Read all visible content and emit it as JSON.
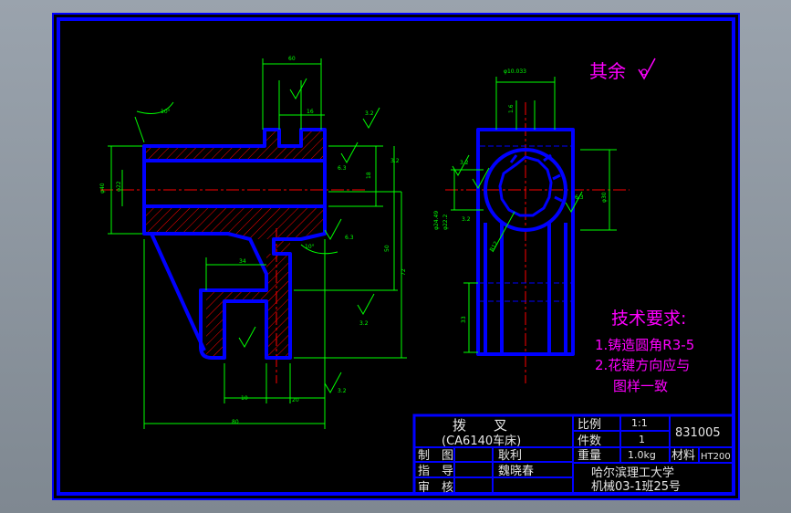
{
  "surplus_note": "其余",
  "tech_requirements": {
    "heading": "技术要求:",
    "items": [
      "1.铸造圆角R3-5",
      "2.花键方向应与",
      "图样一致"
    ]
  },
  "title_block": {
    "part_name": "拨　　叉",
    "machine": "(CA6140车床)",
    "scale_label": "比例",
    "scale_value": "1:1",
    "qty_label": "件数",
    "qty_value": "1",
    "drawing_no": "831005",
    "weight_label": "重量",
    "weight_value": "1.0kg",
    "material_label": "材料",
    "material_value": "HT200",
    "draw_label": "制　图",
    "draw_name": "耿利",
    "guide_label": "指　导",
    "guide_name": "魏晓春",
    "check_label": "审　核",
    "check_name": "",
    "school": "哈尔滨理工大学",
    "class": "机械03-1班25号"
  },
  "colors": {
    "frame": "#0000ff",
    "outline": "#0000ff",
    "dimension": "#00ff00",
    "center": "#ff0000",
    "text": "#ff00ff",
    "title_text": "#e6e6e6",
    "paper": "#000000"
  }
}
